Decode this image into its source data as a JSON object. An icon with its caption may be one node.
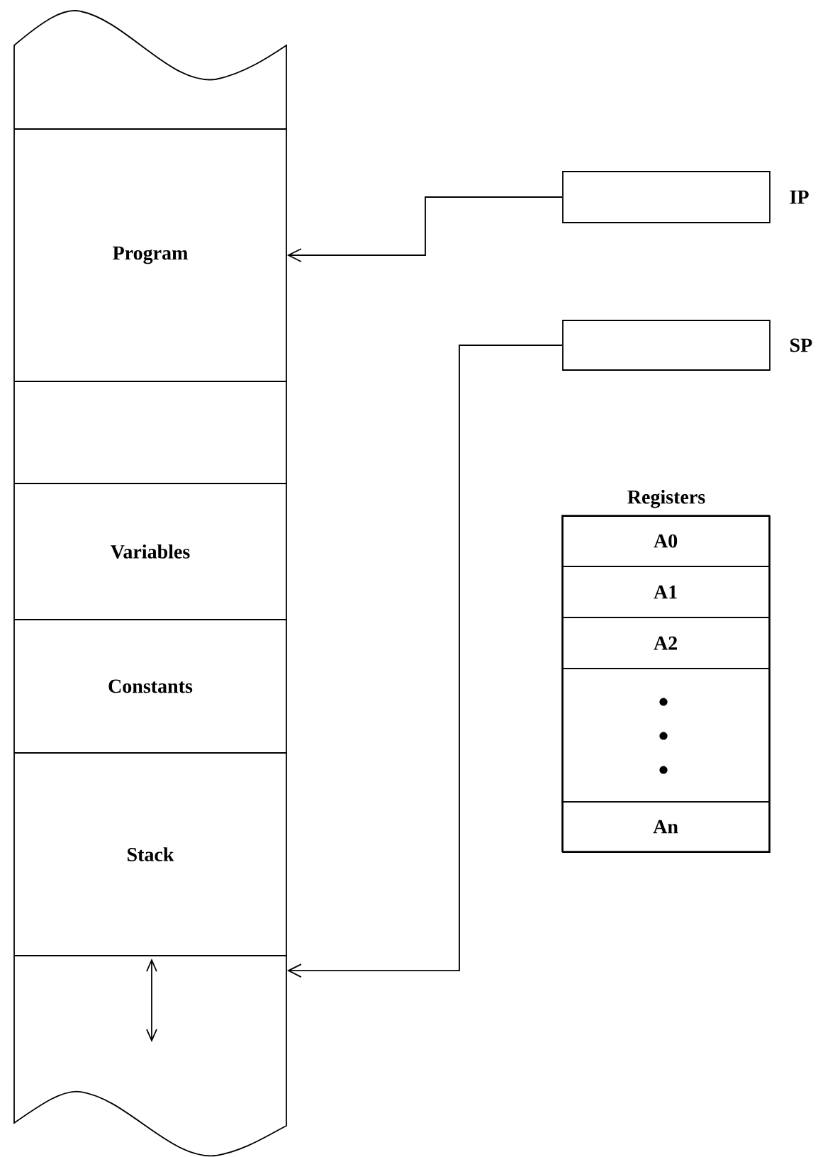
{
  "diagram": {
    "nodes": [
      {
        "text": [],
        "shape": "box"
      },
      {
        "text": [
          "Program"
        ]
      },
      {
        "text": [],
        "shape": "box"
      },
      {
        "text": [
          "Variables"
        ]
      },
      {
        "text": [
          "Constants"
        ]
      },
      {
        "text": [
          "Stack"
        ]
      },
      {
        "text": [],
        "shape": "box"
      },
      {
        "text": [],
        "shape": "box",
        "beside": [
          "IP"
        ]
      },
      {
        "text": [],
        "shape": "box",
        "beside": [
          "SP"
        ]
      },
      {
        "text": [
          "Registers"
        ]
      },
      {
        "text": [
          "A0"
        ],
        "in": 9
      },
      {
        "text": [
          "A1"
        ],
        "in": 9
      },
      {
        "text": [
          "A2"
        ],
        "in": 9
      },
      {
        "text": [],
        "shape": "box",
        "in": 9
      },
      {
        "text": [
          "An"
        ],
        "in": 9
      }
    ],
    "edges": [
      {
        "from": 7,
        "to": 1,
        "arrow": "to"
      },
      {
        "from": 8,
        "to": 6,
        "arrow": "to"
      }
    ]
  }
}
